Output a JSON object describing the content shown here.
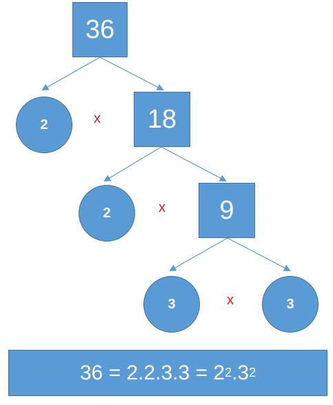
{
  "tree": {
    "root": "36",
    "level1": {
      "left": "2",
      "op": "x",
      "right": "18"
    },
    "level2": {
      "left": "2",
      "op": "x",
      "right": "9"
    },
    "level3": {
      "left": "3",
      "op": "x",
      "right": "3"
    }
  },
  "result": {
    "equation": "36 = 2.2.3.3 = 2",
    "exp1": "2",
    "middle": ".3",
    "exp2": "2"
  },
  "colors": {
    "node_fill": "#5b9bd5",
    "node_border": "#41719c",
    "edge": "#5b9bd5",
    "operator": "#e02020"
  }
}
